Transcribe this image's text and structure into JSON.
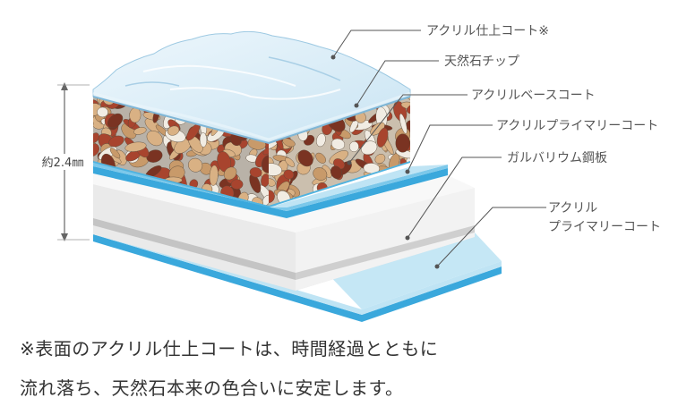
{
  "thickness_label": "約2.4㎜",
  "layers": [
    {
      "id": "acrylic-top-coat",
      "label": "アクリル仕上コート※"
    },
    {
      "id": "natural-stone-chip",
      "label": "天然石チップ"
    },
    {
      "id": "acrylic-base-coat",
      "label": "アクリルベースコート"
    },
    {
      "id": "acrylic-primer-coat-upper",
      "label": "アクリルプライマリーコート"
    },
    {
      "id": "galvalume-steel-sheet",
      "label": "ガルバリウム鋼板"
    },
    {
      "id": "acrylic-primer-coat-lower",
      "label_lines": [
        "アクリル",
        "プライマリーコート"
      ]
    }
  ],
  "note_lines": [
    "※表面のアクリル仕上コートは、時間経過とともに",
    "流れ落ち、天然石本来の色合いに安定します。"
  ],
  "colors": {
    "blue_layer": "#3aa8dc",
    "light_blue_layer": "#bfe4f4",
    "steel_sheet": "#ededed",
    "steel_edge": "#b9b9b9",
    "stone_red": "#a8442e",
    "stone_tan": "#d9b184",
    "stone_white": "#f1ece3",
    "top_coat": "#dbeef9",
    "leader_line": "#555555"
  }
}
